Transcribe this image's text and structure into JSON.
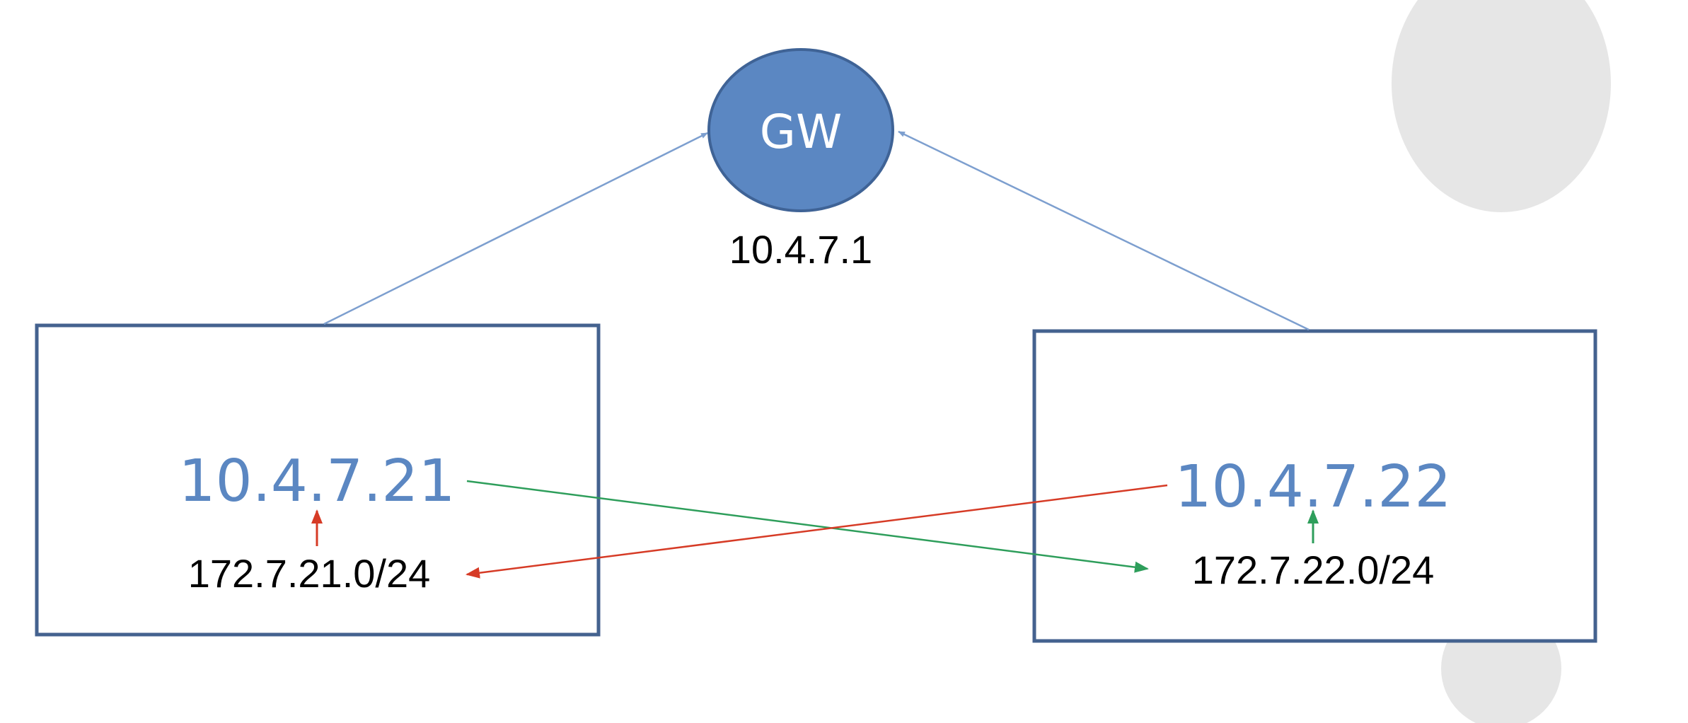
{
  "gateway": {
    "label": "GW",
    "ip": "10.4.7.1"
  },
  "hosts": [
    {
      "ip": "10.4.7.21",
      "subnet": "172.7.21.0/24"
    },
    {
      "ip": "10.4.7.22",
      "subnet": "172.7.22.0/24"
    }
  ],
  "colors": {
    "gateway_fill": "#5b87c2",
    "gateway_stroke": "#3f6396",
    "host_box_stroke": "#44628f",
    "host_ip_text": "#5b87c2",
    "uplink_line": "#7d9fcf",
    "route_to_22": "#2e9e5b",
    "route_to_21": "#d63b26",
    "decor_circle": "#e6e6e6",
    "text": "#000000"
  }
}
